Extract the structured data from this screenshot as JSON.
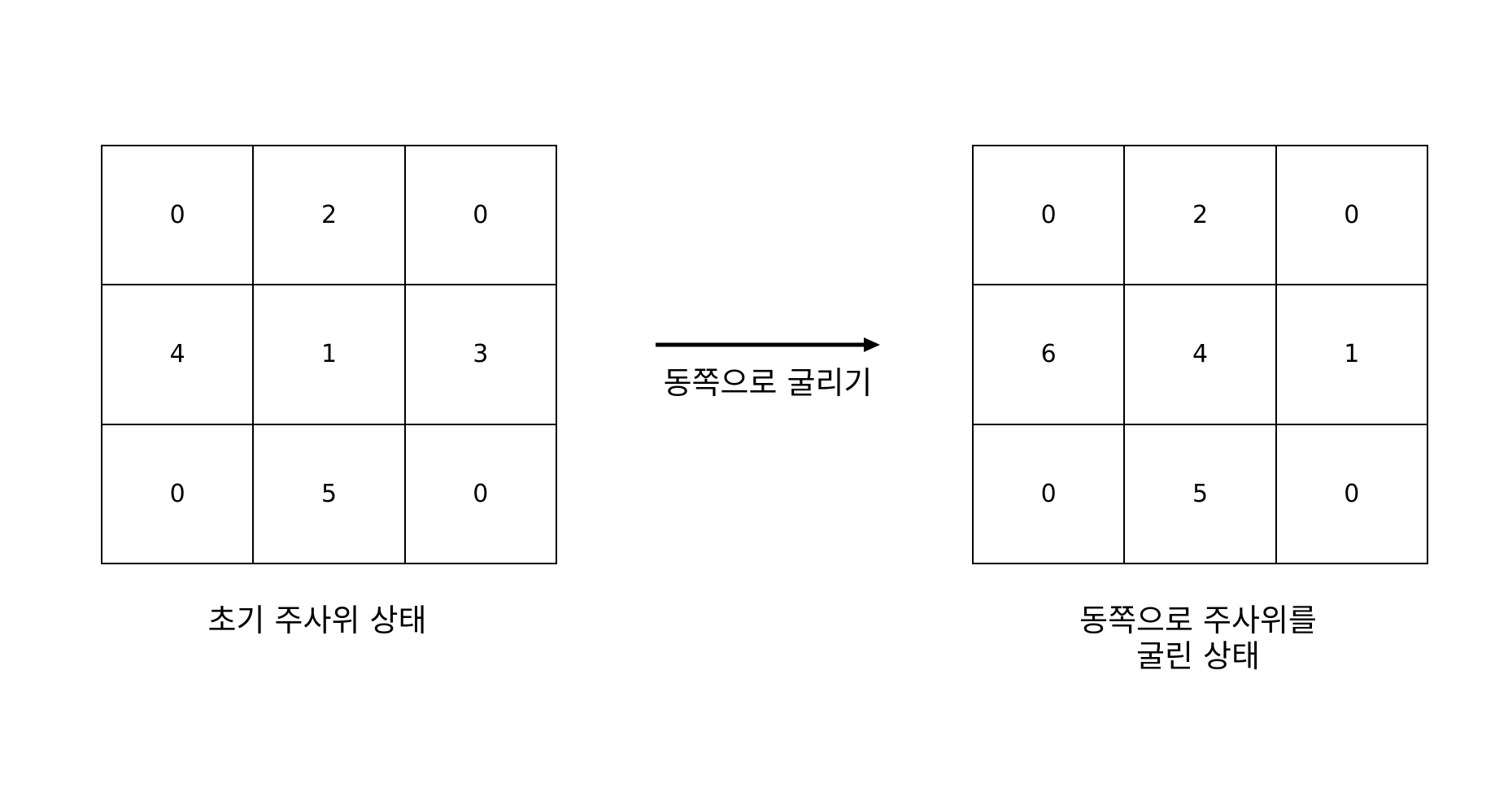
{
  "left_grid": {
    "cells": [
      "0",
      "2",
      "0",
      "4",
      "1",
      "3",
      "0",
      "5",
      "0"
    ],
    "caption": "초기 주사위 상태"
  },
  "right_grid": {
    "cells": [
      "0",
      "2",
      "0",
      "6",
      "4",
      "1",
      "0",
      "5",
      "0"
    ],
    "caption": "동쪽으로 주사위를\n굴린 상태"
  },
  "transition": {
    "label": "동쪽으로 굴리기"
  }
}
